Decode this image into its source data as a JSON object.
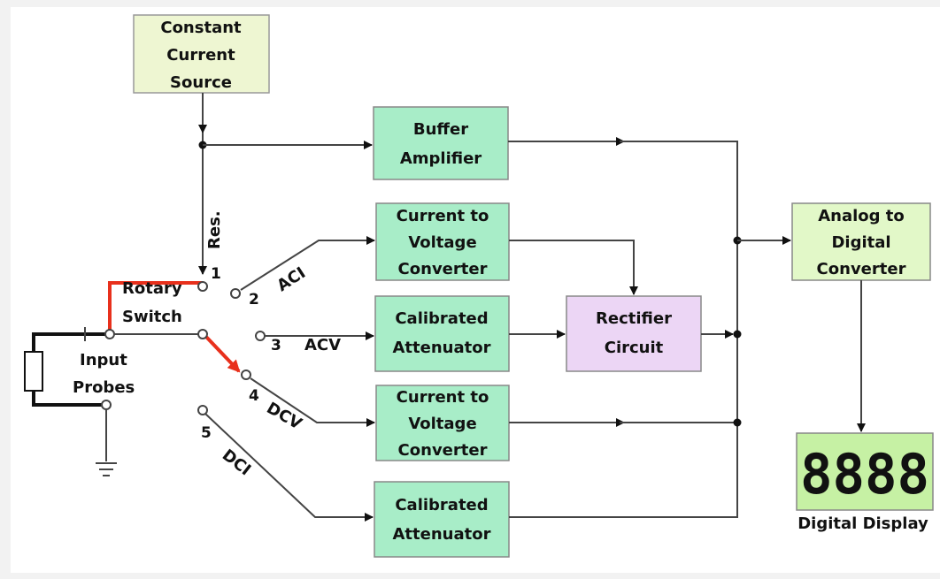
{
  "blocks": {
    "constant_current_source": [
      "Constant",
      "Current",
      "Source"
    ],
    "buffer_amplifier": [
      "Buffer",
      "Amplifier"
    ],
    "current_to_voltage_1": [
      "Current to",
      "Voltage",
      "Converter"
    ],
    "calibrated_attenuator_1": [
      "Calibrated",
      "Attenuator"
    ],
    "rectifier_circuit": [
      "Rectifier",
      "Circuit"
    ],
    "current_to_voltage_2": [
      "Current to",
      "Voltage",
      "Converter"
    ],
    "calibrated_attenuator_2": [
      "Calibrated",
      "Attenuator"
    ],
    "analog_to_digital": [
      "Analog to",
      "Digital",
      "Converter"
    ]
  },
  "display": {
    "digits": "8888",
    "caption": "Digital Display"
  },
  "labels": {
    "res": "Res.",
    "rotary": "Rotary",
    "switch": "Switch",
    "input": "Input",
    "probes": "Probes",
    "aci": "ACI",
    "acv": "ACV",
    "dcv": "DCV",
    "dci": "DCI"
  },
  "positions": [
    "1",
    "2",
    "3",
    "4",
    "5"
  ],
  "colors": {
    "block_green": "#a8edc8",
    "block_yellow": "#eef6d2",
    "block_purple": "#ecd6f5",
    "block_adc": "#e2f8c8",
    "display_bg": "#c6f1a4",
    "red_path": "#e8301c",
    "background": "#f2f2f2",
    "panel": "#ffffff"
  }
}
